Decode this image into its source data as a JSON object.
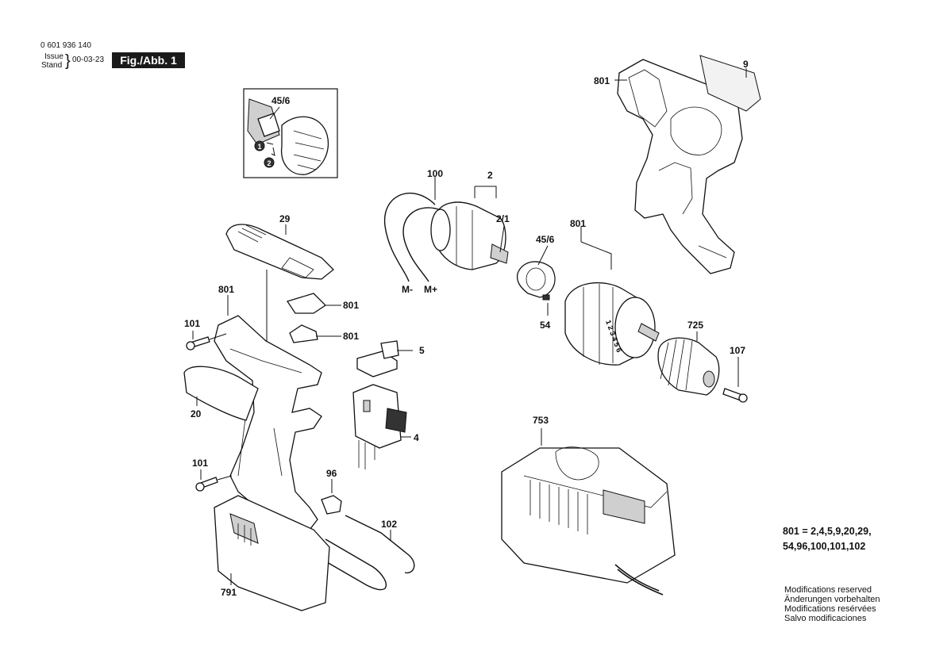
{
  "header": {
    "part_number": "0 601 936 140",
    "issue_label": "Issue",
    "stand_label": "Stand",
    "brace": "}",
    "date": "00-03-23",
    "figure": "Fig./Abb. 1"
  },
  "labels": {
    "p9": "9",
    "p801_housing": "801",
    "p45_6_inset": "45/6",
    "p100": "100",
    "p2": "2",
    "p2_1": "2/1",
    "p801_gear": "801",
    "p45_6": "45/6",
    "p54": "54",
    "p725": "725",
    "p107": "107",
    "m_minus": "M-",
    "m_plus": "M+",
    "p29": "29",
    "p801_a": "801",
    "p801_b": "801",
    "p801_housing_left": "801",
    "p101_a": "101",
    "p5": "5",
    "p20": "20",
    "p4": "4",
    "p101_b": "101",
    "p96": "96",
    "p102": "102",
    "p753": "753",
    "p791": "791",
    "inset_step_1": "1",
    "inset_step_2": "2"
  },
  "gear_numbers": "1 2 3 4 5 6",
  "kit_note": {
    "line1": "801 = 2,4,5,9,20,29,",
    "line2": "54,96,100,101,102"
  },
  "modifications": [
    "Modifications reserved",
    "Änderungen vorbehalten",
    "Modifications resérvées",
    "Salvo modificaciones"
  ]
}
